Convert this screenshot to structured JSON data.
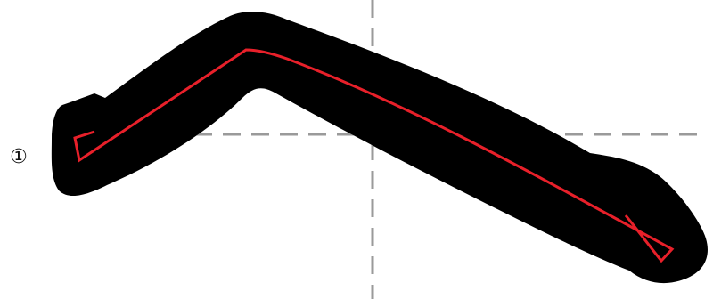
{
  "step": {
    "number": "①"
  },
  "colors": {
    "background": "#ffffff",
    "ink": "#000000",
    "stroke_order_path": "#e8202a",
    "guide_lines": "#9a9a9a"
  },
  "icons": {
    "brush_stroke": "brush-stroke-shape",
    "stroke_path": "stroke-direction-path"
  }
}
